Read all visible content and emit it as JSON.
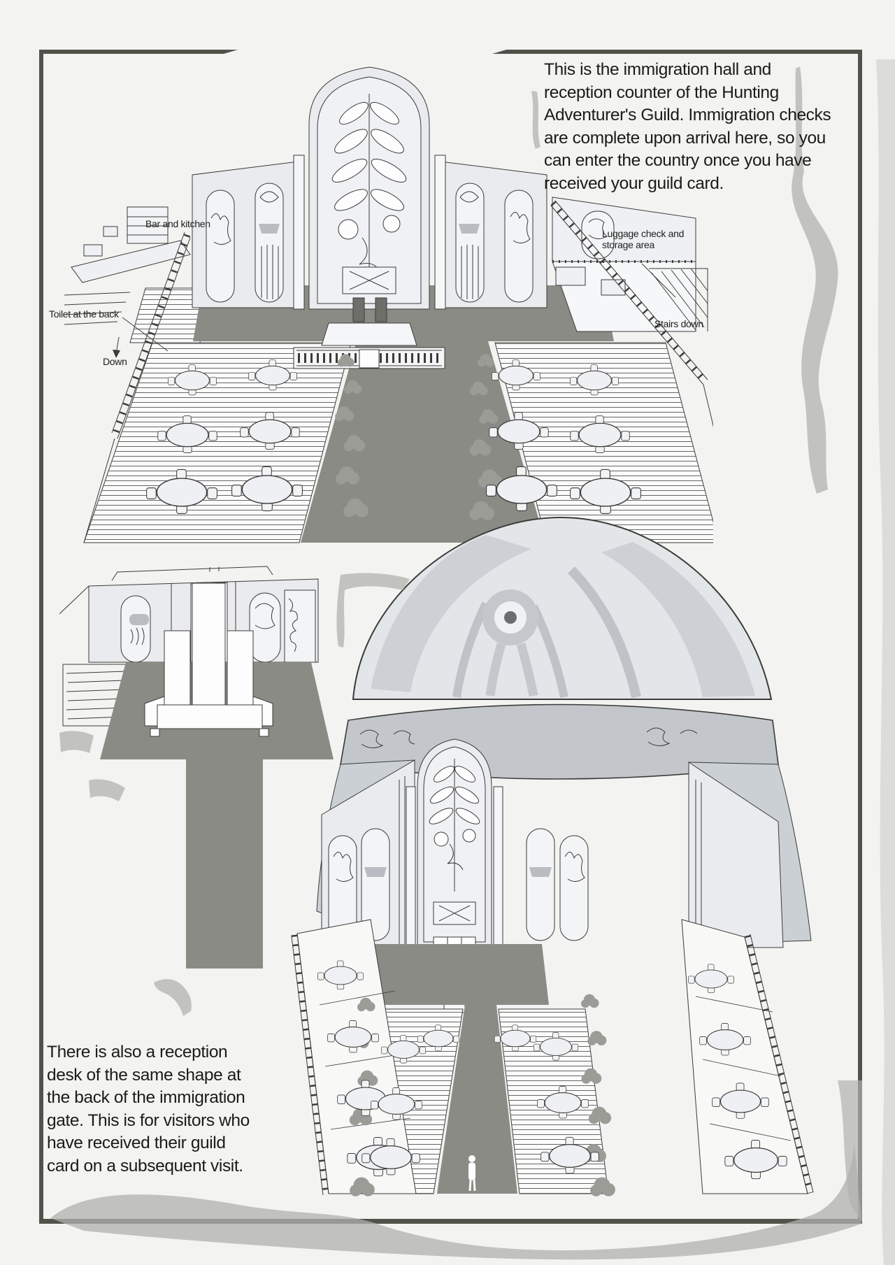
{
  "page": {
    "background": "#f3f3f1",
    "frame_color": "#52524b",
    "ink_color": "#3b3b38",
    "carpet_color": "#8b8b86",
    "panel_fill": "#e9ebee",
    "canopy_color": "#c3c7cc",
    "bush_color": "#9c9c97",
    "torn_shadow_color": "#b5b5b1"
  },
  "captions": {
    "top_right_lines": [
      "This is the immigration hall and",
      "reception counter of the Hunting",
      "Adventurer's Guild. Immigration checks",
      "are complete upon arrival here, so you",
      "can enter the country once you have",
      "received your guild card."
    ],
    "bottom_left_lines": [
      "There is also a reception",
      "desk of the same shape at",
      "the back of the immigration",
      "gate. This is for visitors who",
      "have received their guild",
      "card on a subsequent visit."
    ]
  },
  "hall_overview": {
    "labels": {
      "bar_kitchen": "Bar and kitchen",
      "toilet": "Toilet at the back",
      "down": "Down",
      "luggage_line1": "Luggage check and",
      "luggage_line2": "storage area",
      "stairs_down": "Stairs down"
    }
  }
}
